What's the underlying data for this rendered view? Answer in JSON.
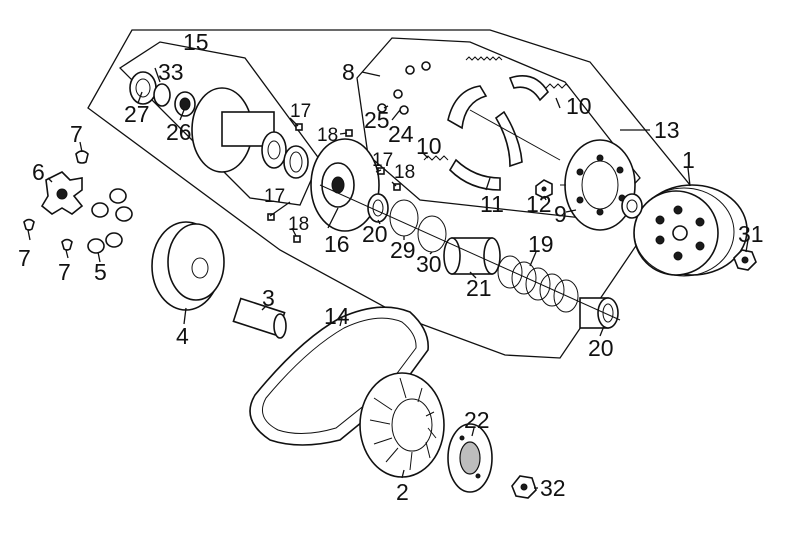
{
  "diagram": {
    "labels": {
      "p1": "1",
      "p2": "2",
      "p3": "3",
      "p4": "4",
      "p5": "5",
      "p6": "6",
      "p7a": "7",
      "p7b": "7",
      "p7c": "7",
      "p8": "8",
      "p9": "9",
      "p10a": "10",
      "p10b": "10",
      "p11": "11",
      "p12": "12",
      "p13": "13",
      "p14": "14",
      "p15": "15",
      "p16": "16",
      "p17a": "17",
      "p17b": "17",
      "p17c": "17",
      "p18a": "18",
      "p18b": "18",
      "p18c": "18",
      "p19": "19",
      "p20a": "20",
      "p20b": "20",
      "p21": "21",
      "p22": "22",
      "p24": "24",
      "p25": "25",
      "p26": "26",
      "p27": "27",
      "p29": "29",
      "p30": "30",
      "p31": "31",
      "p32": "32",
      "p33": "33"
    }
  }
}
